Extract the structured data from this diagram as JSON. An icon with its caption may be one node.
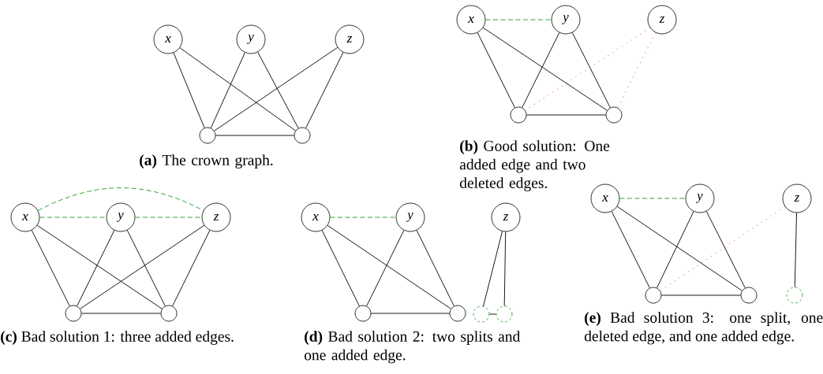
{
  "diagram": {
    "nodes": [
      {
        "text": [
          "x"
        ]
      },
      {
        "text": [
          "y"
        ]
      },
      {
        "text": [
          "z"
        ]
      },
      {
        "text": [],
        "shape": "circle"
      },
      {
        "text": [],
        "shape": "circle"
      },
      {
        "text": [
          "x"
        ]
      },
      {
        "text": [
          "y"
        ]
      },
      {
        "text": [
          "z"
        ]
      },
      {
        "text": [],
        "shape": "circle"
      },
      {
        "text": [],
        "shape": "circle"
      },
      {
        "text": [
          "x"
        ]
      },
      {
        "text": [
          "y"
        ]
      },
      {
        "text": [
          "z"
        ]
      },
      {
        "text": [],
        "shape": "circle"
      },
      {
        "text": [],
        "shape": "circle"
      },
      {
        "text": [
          "x"
        ]
      },
      {
        "text": [
          "y"
        ]
      },
      {
        "text": [
          "z"
        ]
      },
      {
        "text": [],
        "shape": "circle"
      },
      {
        "text": [],
        "shape": "circle"
      },
      {
        "text": [],
        "shape": "circle"
      },
      {
        "text": [],
        "shape": "circle"
      },
      {
        "text": [
          "x"
        ]
      },
      {
        "text": [
          "y"
        ]
      },
      {
        "text": [
          "z"
        ]
      },
      {
        "text": [],
        "shape": "circle"
      },
      {
        "text": [],
        "shape": "circle"
      },
      {
        "text": [],
        "shape": "circle"
      }
    ],
    "edges": [
      {
        "from": 0,
        "to": 3,
        "arrow": "none"
      },
      {
        "from": 0,
        "to": 4,
        "arrow": "none"
      },
      {
        "from": 1,
        "to": 3,
        "arrow": "none"
      },
      {
        "from": 1,
        "to": 4,
        "arrow": "none"
      },
      {
        "from": 2,
        "to": 3,
        "arrow": "none"
      },
      {
        "from": 2,
        "to": 4,
        "arrow": "none"
      },
      {
        "from": 3,
        "to": 4,
        "arrow": "none"
      },
      {
        "from": 5,
        "to": 6,
        "arrow": "none",
        "style": "dashed",
        "color": "#1f9a1f"
      },
      {
        "from": 5,
        "to": 8,
        "arrow": "none"
      },
      {
        "from": 5,
        "to": 9,
        "arrow": "none"
      },
      {
        "from": 6,
        "to": 8,
        "arrow": "none"
      },
      {
        "from": 6,
        "to": 9,
        "arrow": "none"
      },
      {
        "from": 8,
        "to": 9,
        "arrow": "none"
      },
      {
        "from": 7,
        "to": 8,
        "arrow": "none",
        "style": "dashed",
        "color": "#e8204a"
      },
      {
        "from": 7,
        "to": 9,
        "arrow": "none",
        "style": "dashed",
        "color": "#e8204a"
      },
      {
        "from": 10,
        "to": 11,
        "arrow": "none",
        "style": "dashed",
        "color": "#1f9a1f"
      },
      {
        "from": 11,
        "to": 12,
        "arrow": "none",
        "style": "dashed",
        "color": "#1f9a1f"
      },
      {
        "from": 10,
        "to": 12,
        "arrow": "none",
        "style": "dashed",
        "color": "#1f9a1f"
      },
      {
        "from": 10,
        "to": 13,
        "arrow": "none"
      },
      {
        "from": 10,
        "to": 14,
        "arrow": "none"
      },
      {
        "from": 11,
        "to": 13,
        "arrow": "none"
      },
      {
        "from": 11,
        "to": 14,
        "arrow": "none"
      },
      {
        "from": 12,
        "to": 13,
        "arrow": "none"
      },
      {
        "from": 12,
        "to": 14,
        "arrow": "none"
      },
      {
        "from": 13,
        "to": 14,
        "arrow": "none"
      },
      {
        "from": 15,
        "to": 16,
        "arrow": "none",
        "style": "dashed",
        "color": "#1f9a1f"
      },
      {
        "from": 15,
        "to": 18,
        "arrow": "none"
      },
      {
        "from": 15,
        "to": 19,
        "arrow": "none"
      },
      {
        "from": 16,
        "to": 18,
        "arrow": "none"
      },
      {
        "from": 16,
        "to": 19,
        "arrow": "none"
      },
      {
        "from": 18,
        "to": 19,
        "arrow": "none"
      },
      {
        "from": 17,
        "to": 20,
        "arrow": "none"
      },
      {
        "from": 17,
        "to": 21,
        "arrow": "none"
      },
      {
        "from": 20,
        "to": 21,
        "arrow": "none"
      },
      {
        "from": 22,
        "to": 23,
        "arrow": "none",
        "style": "dashed",
        "color": "#1f9a1f"
      },
      {
        "from": 22,
        "to": 25,
        "arrow": "none"
      },
      {
        "from": 22,
        "to": 26,
        "arrow": "none"
      },
      {
        "from": 23,
        "to": 25,
        "arrow": "none"
      },
      {
        "from": 23,
        "to": 26,
        "arrow": "none"
      },
      {
        "from": 25,
        "to": 26,
        "arrow": "none"
      },
      {
        "from": 24,
        "to": 25,
        "arrow": "none",
        "style": "dashed",
        "color": "#e8204a"
      },
      {
        "from": 24,
        "to": 27,
        "arrow": "none"
      }
    ],
    "labels": [
      "**(a)** The crown graph.",
      "**(b)** Good solution: One added edge and two deleted edges.",
      "**(c)** Bad solution 1: three added edges.",
      "**(d)** Bad solution 2: two splits and one added edge.",
      "**(e)** Bad solution 3: one split, one deleted edge, and one added edge."
    ]
  }
}
